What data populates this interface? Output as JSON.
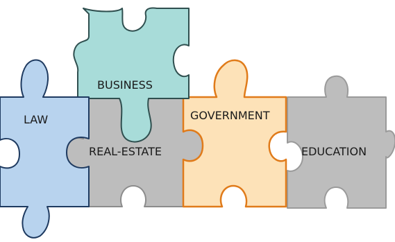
{
  "pieces": [
    {
      "id": "law",
      "label": "LAW",
      "fill": "#b8d3ee",
      "stroke": "#1e3a60"
    },
    {
      "id": "business",
      "label": "BUSINESS",
      "fill": "#a8dcd9",
      "stroke": "#2f4f4f"
    },
    {
      "id": "real_estate",
      "label": "REAL-ESTATE",
      "fill": "#bdbdbd",
      "stroke": "#888888"
    },
    {
      "id": "government",
      "label": "GOVERNMENT",
      "fill": "#fde2b8",
      "stroke": "#e07b1a"
    },
    {
      "id": "education",
      "label": "EDUCATION",
      "fill": "#bdbdbd",
      "stroke": "#9a9a9a"
    }
  ]
}
